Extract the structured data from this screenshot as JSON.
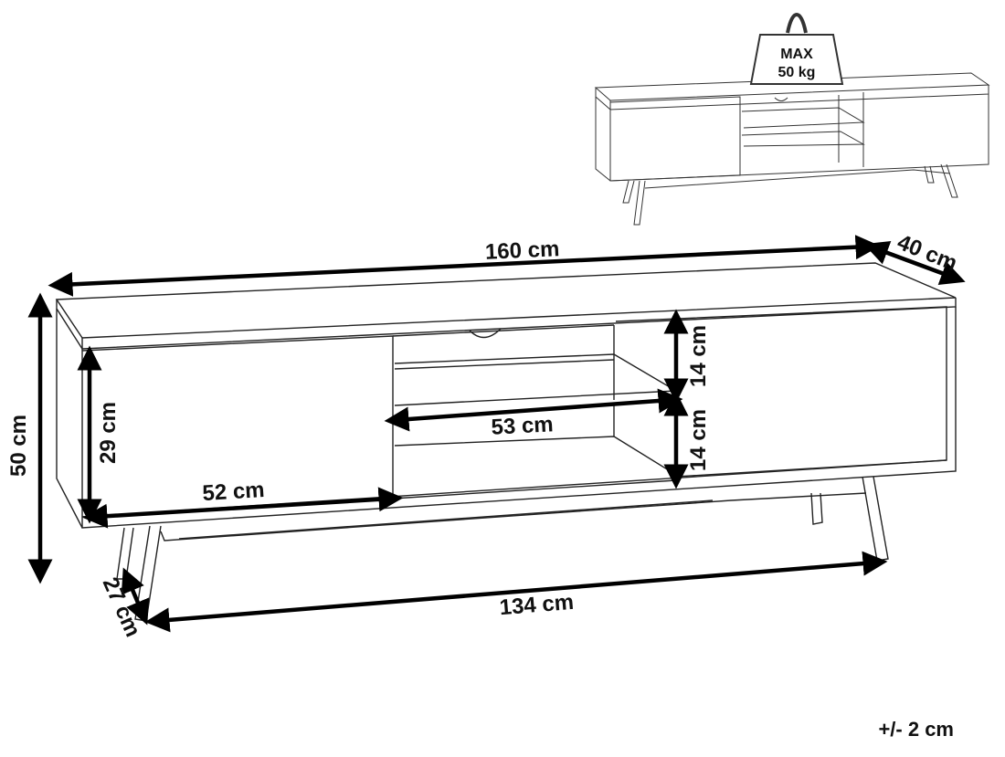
{
  "weight_badge": {
    "line1": "MAX",
    "line2": "50 kg"
  },
  "dimensions": {
    "width": "160 cm",
    "depth": "40 cm",
    "height": "50 cm",
    "door_height": "29 cm",
    "door_width": "52 cm",
    "shelf_width": "53 cm",
    "shelf_upper_height": "14 cm",
    "shelf_lower_height": "14 cm",
    "leg_span": "134 cm",
    "leg_depth": "27 cm"
  },
  "tolerance": "+/- 2 cm"
}
